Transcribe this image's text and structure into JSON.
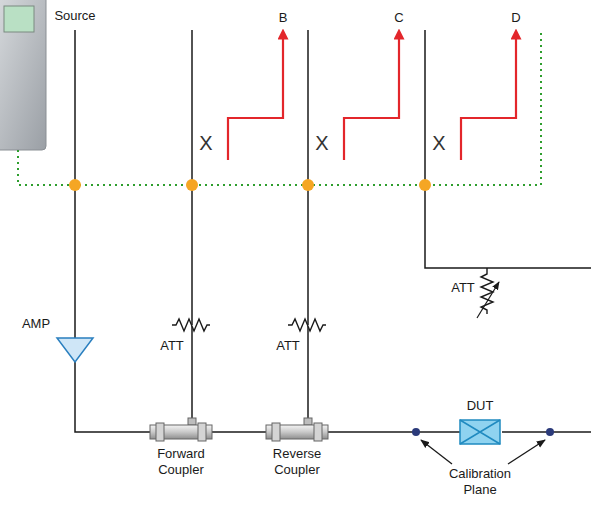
{
  "diagram": {
    "nodes": [
      {
        "text": [
          "Forward Coupler"
        ]
      },
      {
        "text": [
          "Reverse Coupler"
        ]
      },
      {
        "text": [
          "DUT"
        ]
      }
    ],
    "edges": [
      {
        "from": 0,
        "to": 1,
        "arrow": "none"
      },
      {
        "from": 1,
        "to": 2,
        "arrow": "none"
      }
    ],
    "labels": [
      "Source",
      "B",
      "C",
      "D",
      "X",
      "X",
      "X",
      "ATT",
      "AMP",
      "ATT",
      "ATT",
      "Calibration Plane"
    ]
  }
}
